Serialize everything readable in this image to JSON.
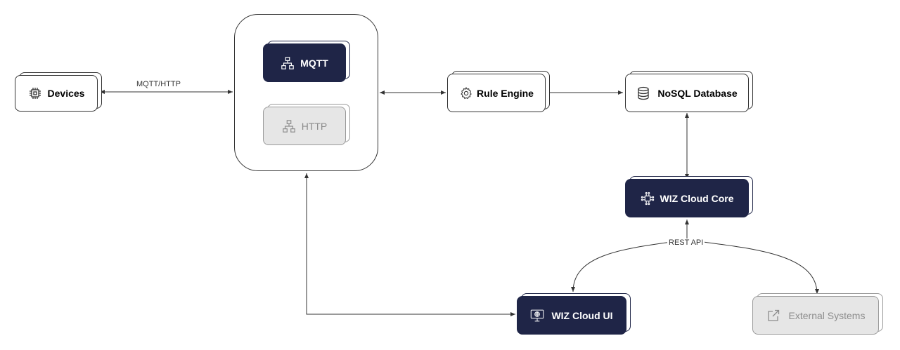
{
  "nodes": {
    "devices": {
      "label": "Devices",
      "icon": "chip-icon"
    },
    "mqtt": {
      "label": "MQTT",
      "icon": "network-icon"
    },
    "http": {
      "label": "HTTP",
      "icon": "network-icon"
    },
    "rule_engine": {
      "label": "Rule Engine",
      "icon": "gear-icon"
    },
    "nosql": {
      "label": "NoSQL Database",
      "icon": "database-icon"
    },
    "core": {
      "label": "WIZ Cloud Core",
      "icon": "circuit-icon"
    },
    "ui": {
      "label": "WIZ Cloud UI",
      "icon": "monitor-globe-icon"
    },
    "external": {
      "label": "External Systems",
      "icon": "external-link-icon"
    }
  },
  "edges": {
    "devices_broker": "MQTT/HTTP",
    "core_clients": "REST API"
  },
  "colors": {
    "dark_node": "#1f2547",
    "muted_node": "#e6e6e6",
    "line": "#333333"
  }
}
